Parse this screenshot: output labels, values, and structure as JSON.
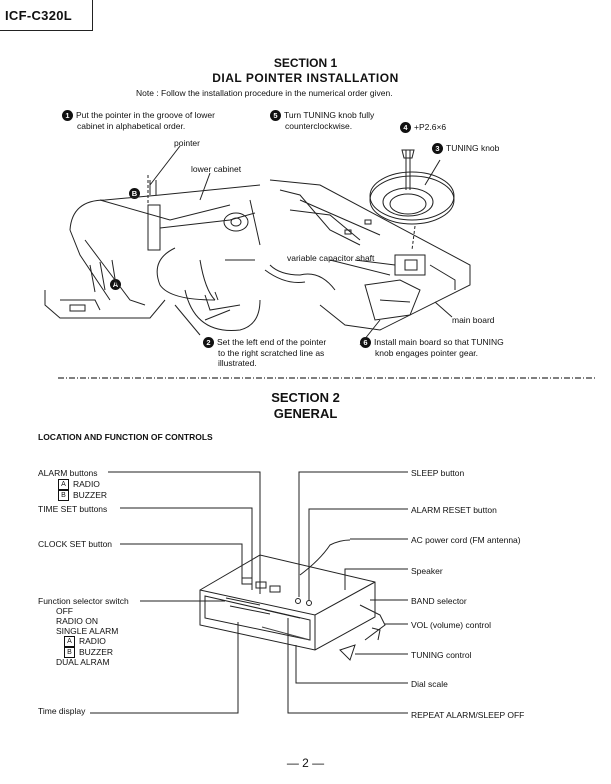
{
  "header": {
    "model": "ICF-C320L"
  },
  "section1": {
    "title": "SECTION 1",
    "subtitle": "DIAL POINTER INSTALLATION",
    "note": "Note : Follow the installation procedure in the numerical order given.",
    "step1": {
      "num": "1",
      "line1": "Put the pointer in the groove of lower",
      "line2": "cabinet in alphabetical order."
    },
    "step2": {
      "num": "2",
      "line1": "Set the left end of the pointer",
      "line2": "to the right scratched line as",
      "line3": "illustrated."
    },
    "step3": {
      "num": "3",
      "text": "TUNING knob"
    },
    "step4": {
      "num": "4",
      "text": "+P2.6×6"
    },
    "step5": {
      "num": "5",
      "line1": "Turn TUNING knob fully",
      "line2": "counterclockwise."
    },
    "step6": {
      "num": "6",
      "line1": "Install main board so that TUNING",
      "line2": "knob engages pointer gear."
    },
    "labels": {
      "pointer": "pointer",
      "lower_cabinet": "lower cabinet",
      "variable_capacitor_shaft": "variable capacitor shaft",
      "main_board": "main board",
      "letter_a": "A",
      "letter_b": "B"
    }
  },
  "section2": {
    "title": "SECTION 2",
    "subtitle": "GENERAL",
    "heading": "LOCATION AND FUNCTION OF CONTROLS",
    "left_labels": {
      "alarm_buttons": "ALARM buttons",
      "alarm_a_letter": "A",
      "alarm_a": "RADIO",
      "alarm_b_letter": "B",
      "alarm_b": "BUZZER",
      "time_set": "TIME SET buttons",
      "clock_set": "CLOCK SET button",
      "function_selector": "Function selector switch",
      "fs_off": "OFF",
      "fs_radio_on": "RADIO ON",
      "fs_single_alarm": "SINGLE ALARM",
      "fs_a_letter": "A",
      "fs_a": "RADIO",
      "fs_b_letter": "B",
      "fs_b": "BUZZER",
      "fs_dual": "DUAL ALRAM",
      "time_display": "Time display"
    },
    "right_labels": {
      "sleep": "SLEEP button",
      "alarm_reset": "ALARM RESET button",
      "ac_cord": "AC power cord (FM antenna)",
      "speaker": "Speaker",
      "band_selector": "BAND selector",
      "vol": "VOL (volume) control",
      "tuning": "TUNING control",
      "dial_scale": "Dial scale",
      "repeat_alarm": "REPEAT ALARM/SLEEP OFF"
    }
  },
  "footer": {
    "page": "— 2 —"
  }
}
